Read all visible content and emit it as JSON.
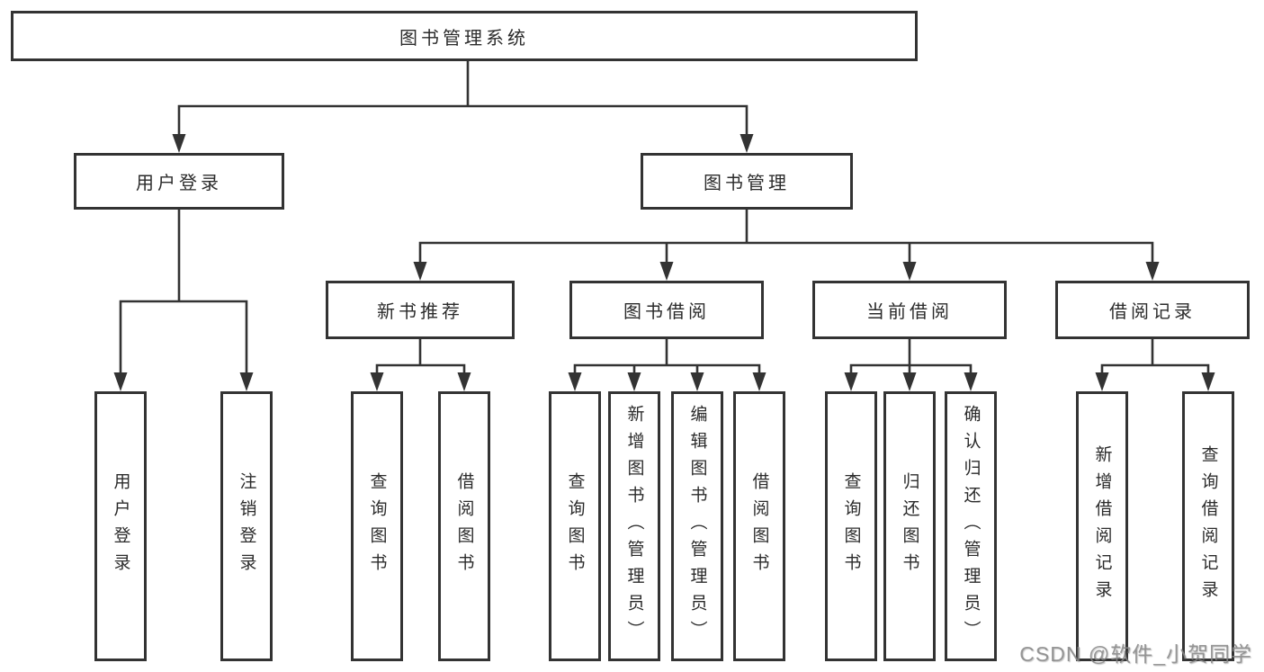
{
  "page": {
    "background": "#ffffff"
  },
  "colors": {
    "box_border": "#333333",
    "connector": "#333333",
    "text": "#2b2b2b",
    "watermark": "#878787"
  },
  "tree": {
    "label": "图书管理系统",
    "children": [
      {
        "label": "用户登录",
        "children": [
          {
            "label": "用户登录"
          },
          {
            "label": "注销登录"
          }
        ]
      },
      {
        "label": "图书管理",
        "children": [
          {
            "label": "新书推荐",
            "children": [
              {
                "label": "查询图书"
              },
              {
                "label": "借阅图书"
              }
            ]
          },
          {
            "label": "图书借阅",
            "children": [
              {
                "label": "查询图书"
              },
              {
                "label": "新增图书（管理员）"
              },
              {
                "label": "编辑图书（管理员）"
              },
              {
                "label": "借阅图书"
              }
            ]
          },
          {
            "label": "当前借阅",
            "children": [
              {
                "label": "查询图书"
              },
              {
                "label": "归还图书"
              },
              {
                "label": "确认归还（管理员）"
              }
            ]
          },
          {
            "label": "借阅记录",
            "children": [
              {
                "label": "新增借阅记录"
              },
              {
                "label": "查询借阅记录"
              }
            ]
          }
        ]
      }
    ]
  },
  "watermark": {
    "text": "CSDN @软件_小贺同学"
  }
}
